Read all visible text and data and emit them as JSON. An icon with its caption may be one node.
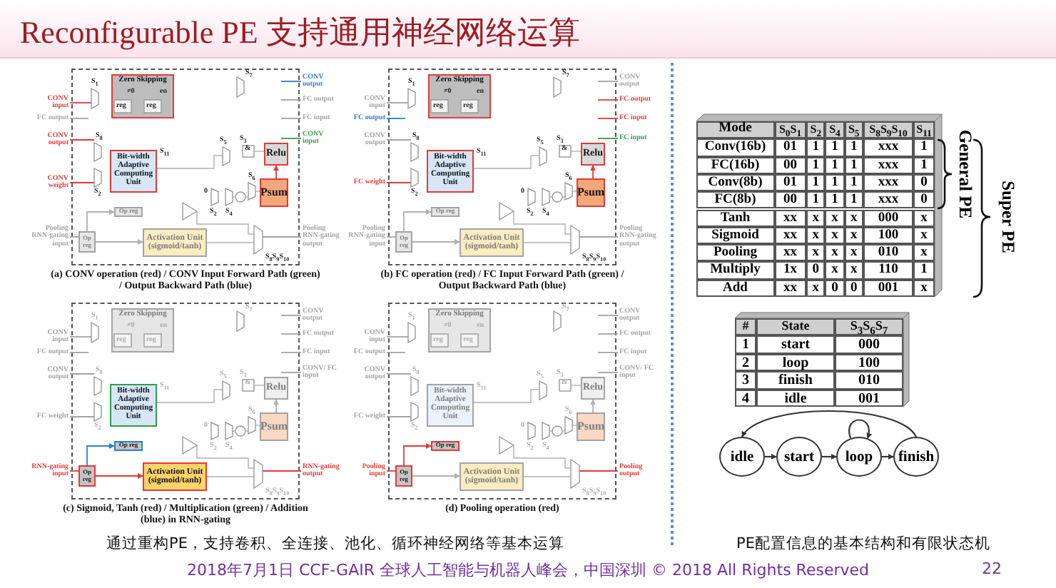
{
  "diagram": {
    "title": "Reconfigurable PE 支持通用神经网络运算",
    "nodes": [
      {
        "text": [
          "(a) CONV operation (red) / CONV Input Forward Path (green) / Output Backward Path (blue)"
        ]
      },
      {
        "text": [
          "Zero Skipping"
        ],
        "in": 0
      },
      {
        "text": [
          "Bit-width Adaptive Computing Unit"
        ],
        "in": 0
      },
      {
        "text": [
          "Relu"
        ],
        "in": 0
      },
      {
        "text": [
          "Psum"
        ],
        "in": 0
      },
      {
        "text": [
          "Op reg"
        ],
        "in": 0
      },
      {
        "text": [
          "Activation Unit (sigmoid/tanh)"
        ],
        "in": 0
      },
      {
        "text": [
          "Op reg"
        ],
        "in": 0
      },
      {
        "text": [
          "(b) FC operation (red) / FC Input Forward Path (green) / Output Backward Path (blue)"
        ]
      },
      {
        "text": [
          "Zero Skipping"
        ],
        "in": 8
      },
      {
        "text": [
          "Bit-width Adaptive Computing Unit"
        ],
        "in": 8
      },
      {
        "text": [
          "Relu"
        ],
        "in": 8
      },
      {
        "text": [
          "Psum"
        ],
        "in": 8
      },
      {
        "text": [
          "Op reg"
        ],
        "in": 8
      },
      {
        "text": [
          "Activation Unit (sigmoid/tanh)"
        ],
        "in": 8
      },
      {
        "text": [
          "Op reg"
        ],
        "in": 8
      },
      {
        "text": [
          "(c) Sigmoid, Tanh (red) / Multiplication (green) / Addition (blue) in RNN-gating"
        ]
      },
      {
        "text": [
          "Zero Skipping"
        ],
        "in": 16
      },
      {
        "text": [
          "Bit-width Adaptive Computing Unit"
        ],
        "in": 16
      },
      {
        "text": [
          "Relu"
        ],
        "in": 16
      },
      {
        "text": [
          "Psum"
        ],
        "in": 16
      },
      {
        "text": [
          "Op reg"
        ],
        "in": 16
      },
      {
        "text": [
          "Activation Unit (sigmoid/tanh)"
        ],
        "in": 16
      },
      {
        "text": [
          "Op reg"
        ],
        "in": 16
      },
      {
        "text": [
          "(d) Pooling operation (red)"
        ]
      },
      {
        "text": [
          "Zero Skipping"
        ],
        "in": 24
      },
      {
        "text": [
          "Bit-width Adaptive Computing Unit"
        ],
        "in": 24
      },
      {
        "text": [
          "Relu"
        ],
        "in": 24
      },
      {
        "text": [
          "Psum"
        ],
        "in": 24
      },
      {
        "text": [
          "Op reg"
        ],
        "in": 24
      },
      {
        "text": [
          "Activation Unit (sigmoid/tanh)"
        ],
        "in": 24
      },
      {
        "text": [
          "Op reg"
        ],
        "in": 24
      },
      {
        "text": [
          "idle"
        ]
      },
      {
        "text": [
          "start"
        ]
      },
      {
        "text": [
          "loop"
        ]
      },
      {
        "text": [
          "finish"
        ]
      }
    ],
    "edges": [
      {
        "from": 4,
        "to": 3,
        "arrow": "to",
        "color": "#e53935"
      },
      {
        "from": 7,
        "to": 6,
        "arrow": "to"
      },
      {
        "from": 12,
        "to": 11,
        "arrow": "to",
        "color": "#e53935"
      },
      {
        "from": 15,
        "to": 14,
        "arrow": "to"
      },
      {
        "from": 20,
        "to": 19,
        "arrow": "to"
      },
      {
        "from": 23,
        "to": 22,
        "arrow": "to",
        "color": "#e53935"
      },
      {
        "from": 28,
        "to": 27,
        "arrow": "to"
      },
      {
        "from": 31,
        "to": 30,
        "arrow": "to"
      },
      {
        "from": 7,
        "to": 5,
        "arrow": "to"
      },
      {
        "from": 15,
        "to": 13,
        "arrow": "to"
      },
      {
        "from": 23,
        "to": 21,
        "arrow": "to",
        "color": "#2a7fd4"
      },
      {
        "from": 31,
        "to": 29,
        "arrow": "to",
        "color": "#e53935"
      },
      {
        "from": 32,
        "to": 33,
        "arrow": "to",
        "color": "#333333"
      },
      {
        "from": 33,
        "to": 34,
        "arrow": "to",
        "color": "#333333"
      },
      {
        "from": 34,
        "to": 35,
        "arrow": "to",
        "color": "#333333"
      },
      {
        "from": 34,
        "to": 34,
        "arrow": "to",
        "color": "#333333"
      },
      {
        "from": 35,
        "to": 32,
        "arrow": "to",
        "color": "#333333"
      }
    ],
    "labels": [
      "CONV input",
      "FC output",
      "CONV output",
      "CONV weight",
      "Pooling RNN-gating input",
      "CONV output",
      "FC output",
      "FC input",
      "CONV input",
      "Pooling RNN-gating output",
      "S$_{1}$",
      "≠0",
      "en",
      "reg",
      "reg",
      "S$_{7}$",
      "S$_{8}$",
      "S$_{2}$",
      "S$_{11}$",
      "S$_{5}$",
      "S$_{3}$",
      "&",
      "S$_{6}$",
      "0",
      "S$_{2}$",
      "S$_{4}$",
      "S$_{8}$S$_{9}$S$_{10}$",
      "CONV input",
      "FC output",
      "CONV output",
      "FC weight",
      "Pooling RNN-gating input",
      "CONV output",
      "FC output",
      "FC input",
      "FC input",
      "Pooling RNN-gating output",
      "S$_{1}$",
      "≠0",
      "en",
      "reg",
      "reg",
      "S$_{7}$",
      "S$_{8}$",
      "S$_{2}$",
      "S$_{11}$",
      "S$_{5}$",
      "S$_{3}$",
      "&",
      "S$_{6}$",
      "0",
      "S$_{2}$",
      "S$_{4}$",
      "S$_{8}$S$_{9}$S$_{10}$",
      "CONV input",
      "FC output",
      "CONV output",
      "FC weight",
      "RNN-gating input",
      "CONV output",
      "FC output",
      "FC input",
      "CONV/ FC input",
      "RNN-gating output",
      "S$_{1}$",
      "≠0",
      "en",
      "reg",
      "reg",
      "S$_{7}$",
      "S$_{8}$",
      "S$_{2}$",
      "S$_{11}$",
      "S$_{5}$",
      "S$_{3}$",
      "&",
      "S$_{6}$",
      "0",
      "S$_{2}$",
      "S$_{4}$",
      "S$_{8}$S$_{9}$S$_{10}$",
      "CONV input",
      "FC output",
      "CONV output",
      "FC weight",
      "Pooling input",
      "CONV output",
      "FC output",
      "FC input",
      "CONV/ FC input",
      "Pooling output",
      "S$_{1}$",
      "≠0",
      "en",
      "reg",
      "reg",
      "S$_{7}$",
      "S$_{8}$",
      "S$_{2}$",
      "S$_{11}$",
      "S$_{5}$",
      "S$_{3}$",
      "&",
      "S$_{6}$",
      "0",
      "S$_{2}$",
      "S$_{4}$",
      "S$_{8}$S$_{9}$S$_{10}$",
      "Mode",
      "S$_{0}$S$_{1}$",
      "S$_{2}$",
      "S$_{4}$",
      "S$_{5}$",
      "S$_{8}$S$_{9}$S$_{10}$",
      "S$_{11}$",
      "Conv(16b)",
      "01",
      "1",
      "1",
      "1",
      "xxx",
      "1",
      "FC(16b)",
      "00",
      "1",
      "1",
      "1",
      "xxx",
      "1",
      "Conv(8b)",
      "01",
      "1",
      "1",
      "1",
      "xxx",
      "0",
      "FC(8b)",
      "00",
      "1",
      "1",
      "1",
      "xxx",
      "0",
      "Tanh",
      "xx",
      "x",
      "x",
      "x",
      "000",
      "x",
      "Sigmoid",
      "xx",
      "x",
      "x",
      "x",
      "100",
      "x",
      "Pooling",
      "xx",
      "x",
      "x",
      "x",
      "010",
      "x",
      "Multiply",
      "1x",
      "0",
      "x",
      "x",
      "110",
      "1",
      "Add",
      "xx",
      "x",
      "0",
      "0",
      "001",
      "x",
      "General PE",
      "Super PE",
      "#",
      "State",
      "S$_{3}$S$_{6}$S$_{7}$",
      "1",
      "start",
      "000",
      "2",
      "loop",
      "100",
      "3",
      "finish",
      "010",
      "4",
      "idle",
      "001",
      "通过重构PE，支持卷积、全连接、池化、循环神经网络等基本运算",
      "PE配置信息的基本结构和有限状态机",
      "2018年7月1日 CCF-GAIR 全球人工智能与机器人峰会，中国深圳 © 2018 All Rights Reserved",
      "22"
    ]
  }
}
